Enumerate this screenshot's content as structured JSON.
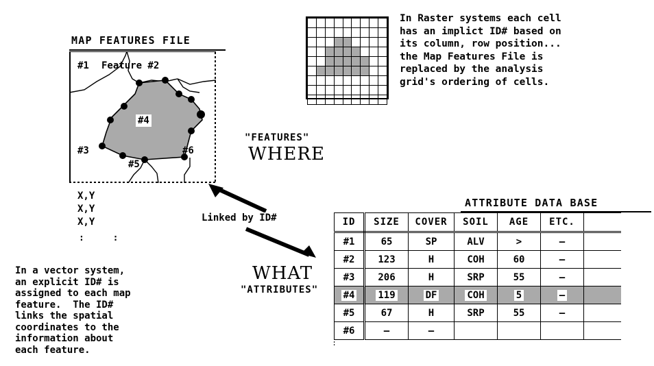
{
  "map_panel": {
    "title": "MAP FEATURES FILE",
    "feature_labels": {
      "f1": "#1",
      "f2": "Feature #2",
      "f3": "#3",
      "f4": "#4",
      "f5": "#5",
      "f6": "#6"
    },
    "coordinate_list": "X,Y\nX,Y\nX,Y",
    "coordinate_ellipsis": ": :",
    "polygon_fill": "#aaaaaa",
    "vertex_color": "#000000"
  },
  "raster_panel": {
    "grid": {
      "rows": 9,
      "cols": 9,
      "filled_cells": [
        [
          3,
          4
        ],
        [
          3,
          5
        ],
        [
          4,
          3
        ],
        [
          4,
          4
        ],
        [
          4,
          5
        ],
        [
          4,
          6
        ],
        [
          5,
          3
        ],
        [
          5,
          4
        ],
        [
          5,
          5
        ],
        [
          5,
          6
        ],
        [
          5,
          7
        ],
        [
          6,
          2
        ],
        [
          6,
          3
        ],
        [
          6,
          4
        ],
        [
          6,
          5
        ],
        [
          6,
          6
        ],
        [
          6,
          7
        ]
      ],
      "fill_color": "#aaaaaa"
    },
    "description": "In Raster systems each cell\nhas an implict ID# based on\nits column, row position...\nthe Map Features File is\nreplaced by the analysis\ngrid's ordering of cells."
  },
  "center_captions": {
    "features_quoted": "\"FEATURES\"",
    "where": "WHERE",
    "what": "WHAT",
    "attributes_quoted": "\"ATTRIBUTES\"",
    "linked_by": "Linked by ID#"
  },
  "database": {
    "title": "ATTRIBUTE DATA BASE",
    "columns": [
      "ID",
      "SIZE",
      "COVER",
      "SOIL",
      "AGE",
      "ETC.",
      ""
    ],
    "rows": [
      {
        "id": "#1",
        "size": "65",
        "cover": "SP",
        "soil": "ALV",
        "age": ">",
        "etc": "–",
        "end": "",
        "highlight": false
      },
      {
        "id": "#2",
        "size": "123",
        "cover": "H",
        "soil": "COH",
        "age": "60",
        "etc": "–",
        "end": "",
        "highlight": false
      },
      {
        "id": "#3",
        "size": "206",
        "cover": "H",
        "soil": "SRP",
        "age": "55",
        "etc": "–",
        "end": "",
        "highlight": false
      },
      {
        "id": "#4",
        "size": "119",
        "cover": "DF",
        "soil": "COH",
        "age": "5",
        "etc": "–",
        "end": "",
        "highlight": true
      },
      {
        "id": "#5",
        "size": "67",
        "cover": "H",
        "soil": "SRP",
        "age": "55",
        "etc": "–",
        "end": "",
        "highlight": false
      },
      {
        "id": "#6",
        "size": "–",
        "cover": "–",
        "soil": "",
        "age": "",
        "etc": "",
        "end": "",
        "highlight": false
      }
    ],
    "highlight_color": "#aaaaaa"
  },
  "vector_note": {
    "text": "In a vector system,\nan explicit ID# is\nassigned to each map\nfeature.  The ID#\nlinks the spatial\ncoordinates to the\ninformation about\neach feature."
  }
}
